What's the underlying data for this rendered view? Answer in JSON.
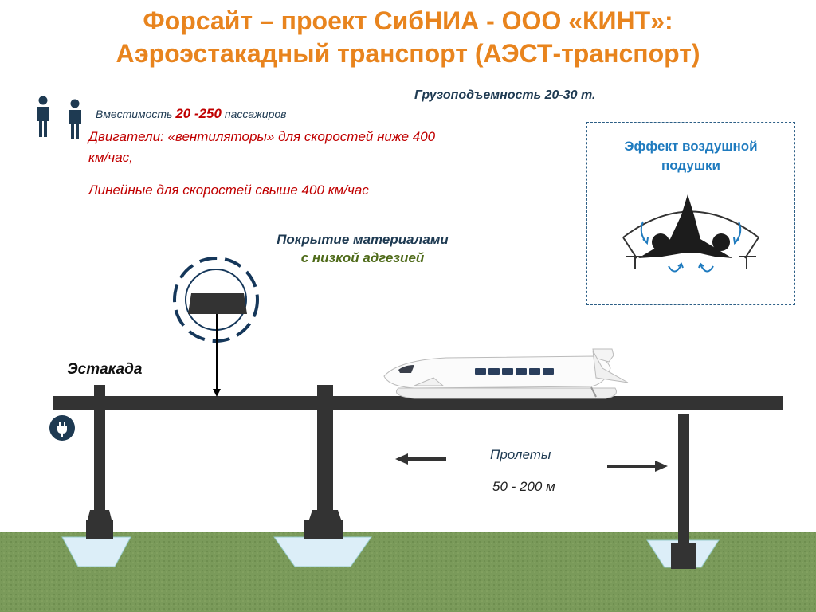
{
  "header": {
    "title_line1": "Форсайт – проект СибНИА - ООО «КИНТ»:",
    "title_line2": "Аэроэстакадный транспорт (АЭСТ-транспорт)"
  },
  "specs": {
    "capacity_prefix": "Вместимость",
    "capacity_value": "20 -250",
    "capacity_suffix": "пассажиров",
    "payload": "Грузоподъемность  20-30 т.",
    "engines_line1": "Двигатели:  «вентиляторы» для скоростей ниже 400",
    "engines_line2": "км/час,",
    "engines_line3": "Линейные для скоростей свыше 400 км/час"
  },
  "coating": {
    "line1": "Покрытие материалами",
    "line2": "с низкой адгезией"
  },
  "air_cushion": {
    "title_line1": "Эффект воздушной",
    "title_line2": "подушки"
  },
  "labels": {
    "overpass": "Эстакада",
    "spans_title": "Пролеты",
    "spans_range": "50 - 200 м"
  },
  "colors": {
    "title": "#e8841e",
    "beam": "#333333",
    "ground": "#7a9a5a",
    "accent_blue": "#1f7bbf",
    "accent_red": "#c00000"
  },
  "icons": [
    "person-icon",
    "power-plug-icon",
    "air-flow-arrow-icon"
  ]
}
